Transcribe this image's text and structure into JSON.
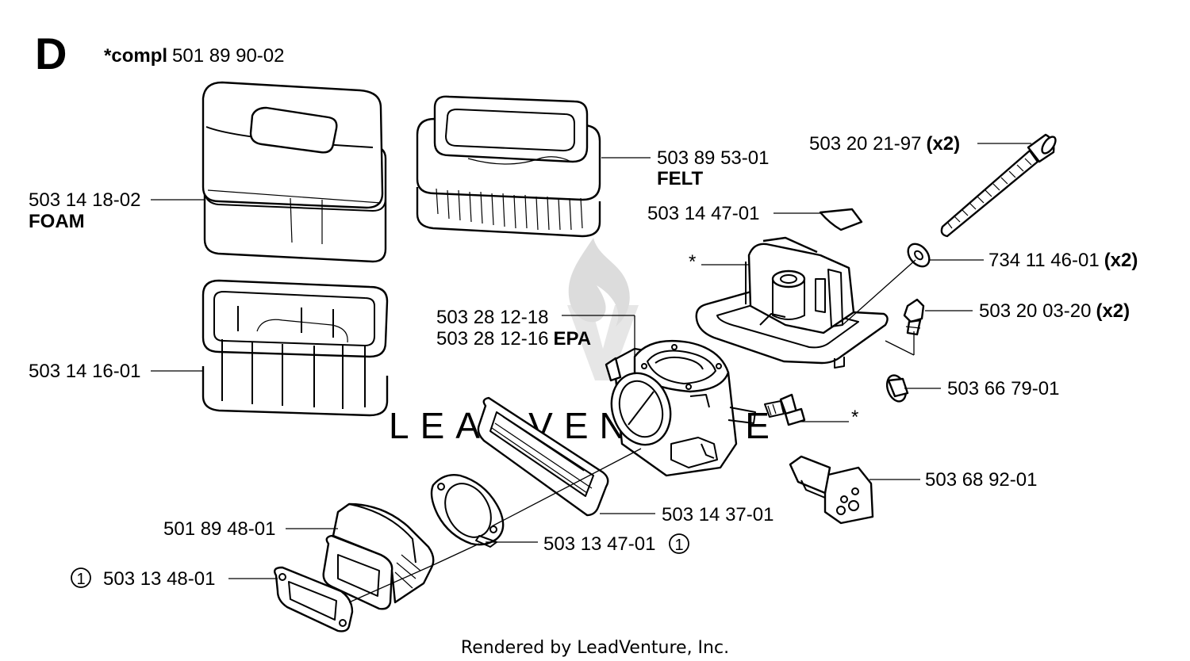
{
  "section": "D",
  "compl": {
    "prefix": "*compl",
    "number": "501 89 90-02"
  },
  "labels": {
    "foam_number": "503 14 18-02",
    "foam_name": "FOAM",
    "felt_number": "503 89 53-01",
    "felt_name": "FELT",
    "frame_number": "503 14 16-01",
    "bolt_number": "503 20 21-97",
    "bolt_qty": "(x2)",
    "wedge_number": "503 14 47-01",
    "star_top": "*",
    "washer_number": "734 11 46-01",
    "washer_qty": "(x2)",
    "screw_number": "503 20 03-20",
    "screw_qty": "(x2)",
    "carb_number_1": "503 28 12-18",
    "carb_number_2": "503 28 12-16",
    "carb_epa": "EPA",
    "plug_number": "503 66 79-01",
    "star_mid": "*",
    "valve_number": "503 68 92-01",
    "adapter_number": "503 14 37-01",
    "gasket_number": "503 13 47-01",
    "gasket_ref": "1",
    "intake_number": "501 89 48-01",
    "flange_ref": "1",
    "flange_number": "503 13 48-01"
  },
  "watermark": "LEADVENTURE",
  "footer": "Rendered by LeadVenture, Inc."
}
